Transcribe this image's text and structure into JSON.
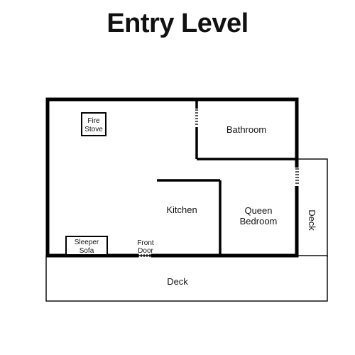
{
  "title": "Entry Level",
  "rooms": {
    "bathroom": "Bathroom",
    "kitchen": "Kitchen",
    "queen_bedroom_line1": "Queen",
    "queen_bedroom_line2": "Bedroom",
    "deck_bottom": "Deck",
    "deck_right": "Deck"
  },
  "fixtures": {
    "fire_stove_line1": "Fire",
    "fire_stove_line2": "Stove",
    "sleeper_sofa_line1": "Sleeper",
    "sleeper_sofa_line2": "Sofa",
    "front_door_line1": "Front",
    "front_door_line2": "Door"
  }
}
